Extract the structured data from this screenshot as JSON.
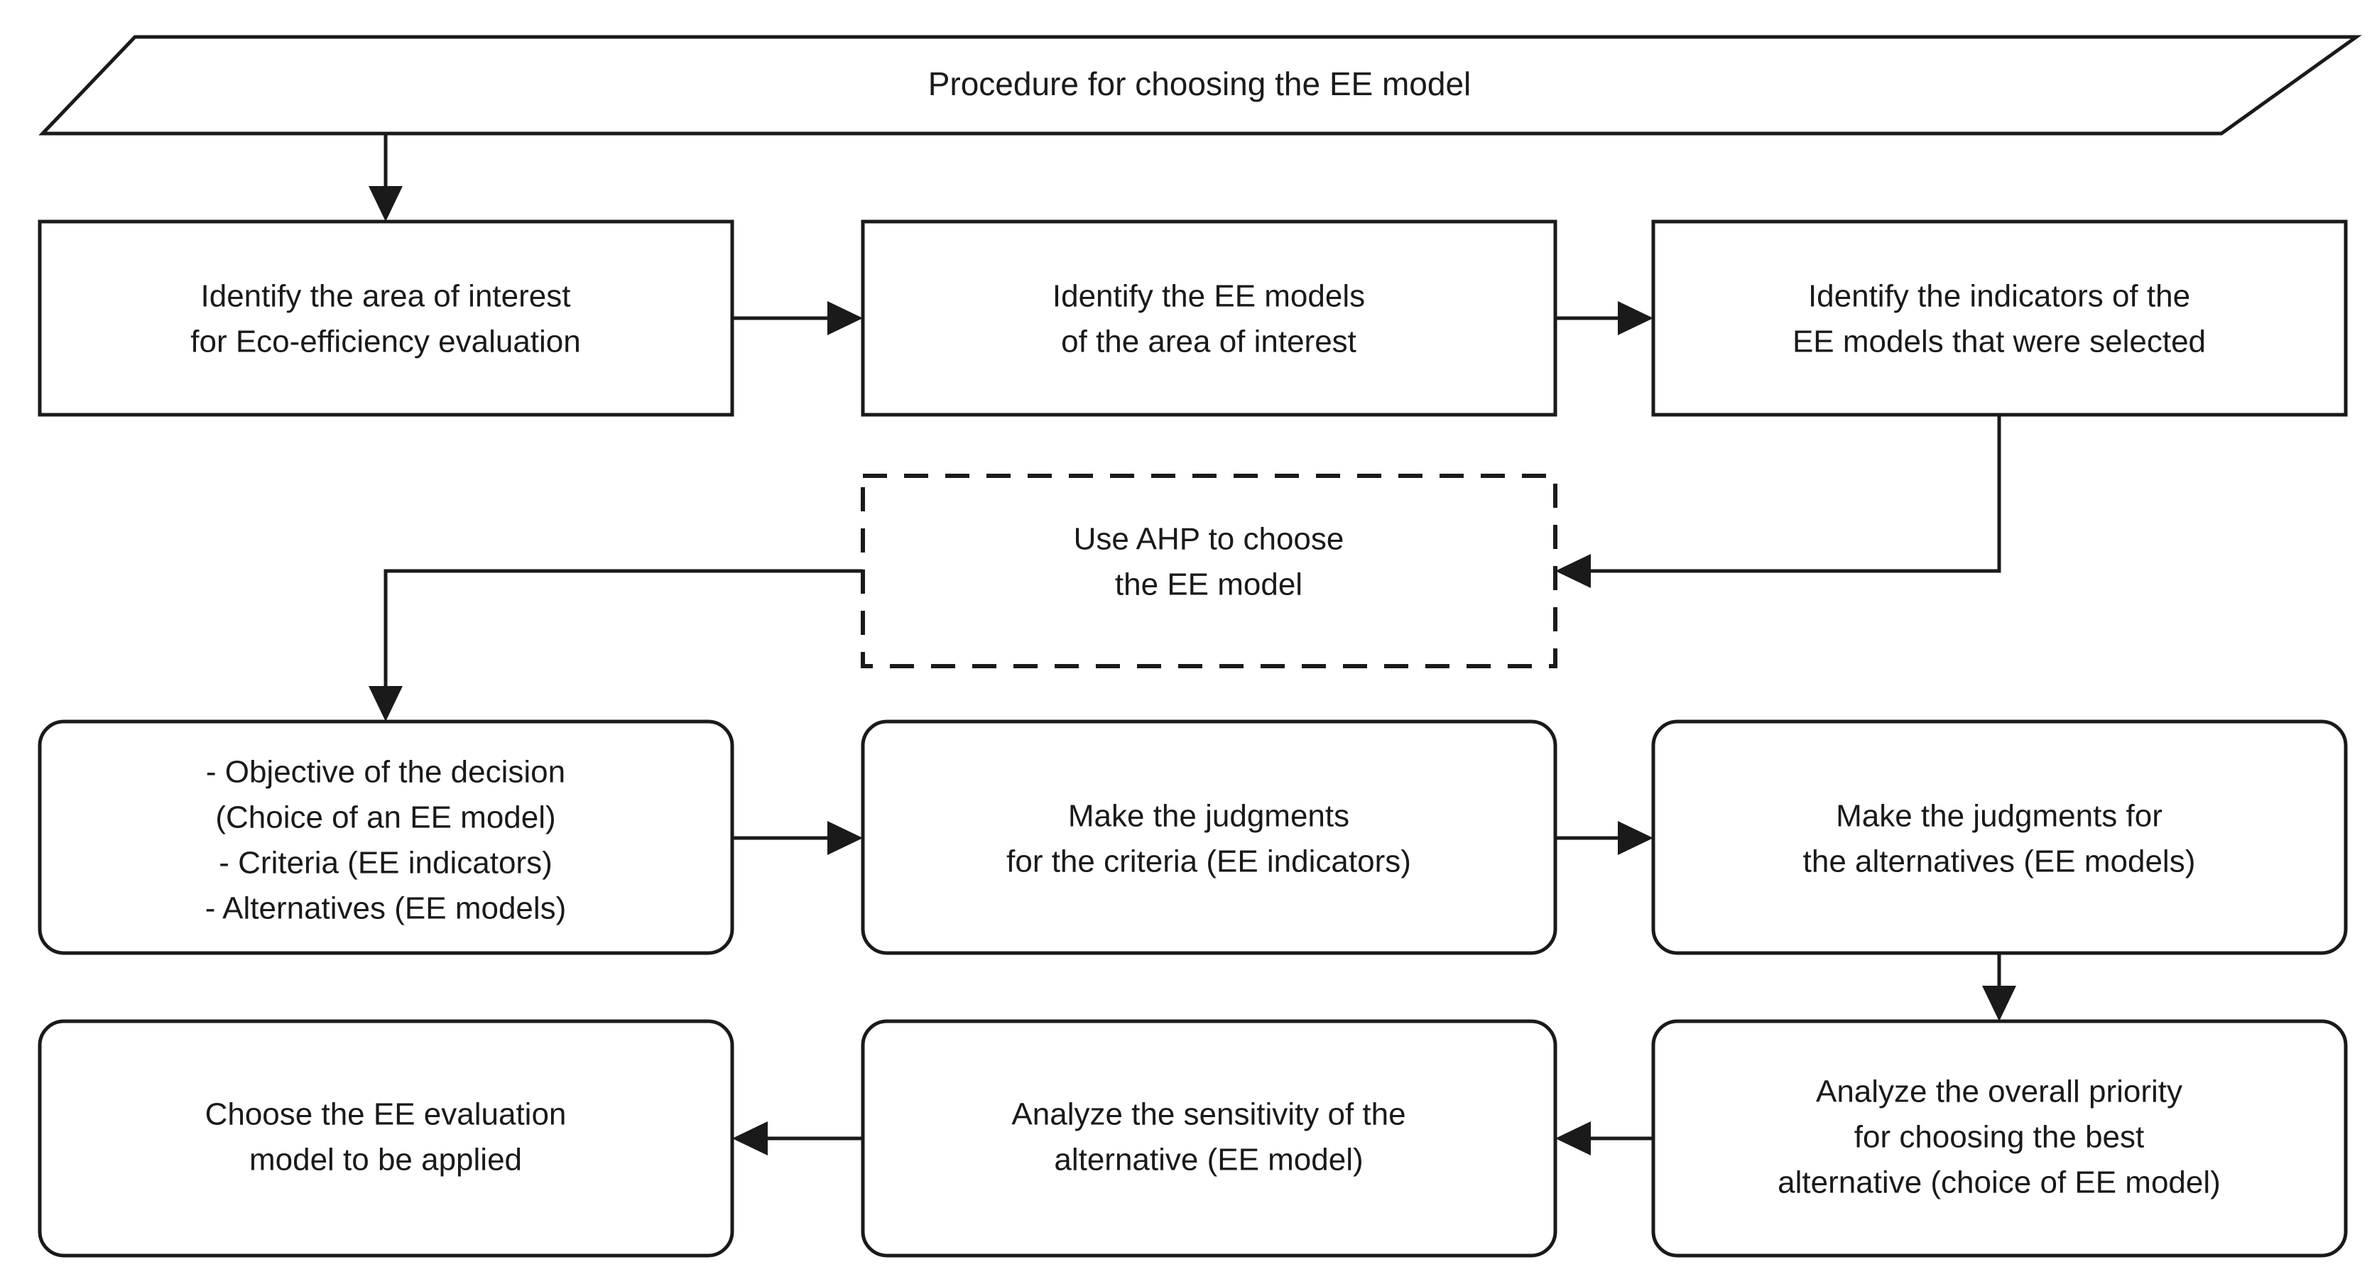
{
  "diagram": {
    "type": "flowchart",
    "title": "Procedure for choosing the EE model",
    "background_color": "#ffffff",
    "line_color": "#1a1a1a",
    "text_color": "#1a1a1a",
    "start_node": {
      "id": "start",
      "shape": "parallelogram",
      "label": "Procedure for choosing the EE model"
    },
    "nodes": [
      {
        "id": "n1",
        "shape": "rectangle",
        "border": "solid",
        "row": 1,
        "lines": [
          "Identify the area of interest",
          "for Eco-efficiency evaluation"
        ]
      },
      {
        "id": "n2",
        "shape": "rectangle",
        "border": "solid",
        "row": 1,
        "lines": [
          "Identify the EE models",
          "of the area of interest"
        ]
      },
      {
        "id": "n3",
        "shape": "rectangle",
        "border": "solid",
        "row": 1,
        "lines": [
          "Identify the indicators of the",
          "EE models that were selected"
        ]
      },
      {
        "id": "n4",
        "shape": "rectangle",
        "border": "dashed",
        "row": 2,
        "lines": [
          "Use AHP to choose",
          "the EE model"
        ]
      },
      {
        "id": "n5",
        "shape": "rounded-rectangle",
        "border": "solid",
        "row": 3,
        "lines": [
          "- Objective of the decision",
          "(Choice of an EE model)",
          "- Criteria (EE indicators)",
          "- Alternatives (EE models)"
        ]
      },
      {
        "id": "n6",
        "shape": "rounded-rectangle",
        "border": "solid",
        "row": 3,
        "lines": [
          "Make the judgments",
          "for the criteria (EE indicators)"
        ]
      },
      {
        "id": "n7",
        "shape": "rounded-rectangle",
        "border": "solid",
        "row": 3,
        "lines": [
          "Make the judgments for",
          "the alternatives (EE models)"
        ]
      },
      {
        "id": "n8",
        "shape": "rounded-rectangle",
        "border": "solid",
        "row": 4,
        "lines": [
          "Analyze the overall priority",
          "for choosing the best",
          "alternative (choice of EE model)"
        ]
      },
      {
        "id": "n9",
        "shape": "rounded-rectangle",
        "border": "solid",
        "row": 4,
        "lines": [
          "Analyze the sensitivity of the",
          "alternative (EE model)"
        ]
      },
      {
        "id": "n10",
        "shape": "rounded-rectangle",
        "border": "solid",
        "row": 4,
        "lines": [
          "Choose the EE evaluation",
          "model to be applied"
        ]
      }
    ],
    "edges": [
      {
        "from": "start",
        "to": "n1",
        "direction": "down"
      },
      {
        "from": "n1",
        "to": "n2",
        "direction": "right"
      },
      {
        "from": "n2",
        "to": "n3",
        "direction": "right"
      },
      {
        "from": "n3",
        "to": "n4",
        "direction": "down-then-left"
      },
      {
        "from": "n4",
        "to": "n5",
        "direction": "left-then-down"
      },
      {
        "from": "n5",
        "to": "n6",
        "direction": "right"
      },
      {
        "from": "n6",
        "to": "n7",
        "direction": "right"
      },
      {
        "from": "n7",
        "to": "n8",
        "direction": "down"
      },
      {
        "from": "n8",
        "to": "n9",
        "direction": "left"
      },
      {
        "from": "n9",
        "to": "n10",
        "direction": "left"
      }
    ]
  }
}
